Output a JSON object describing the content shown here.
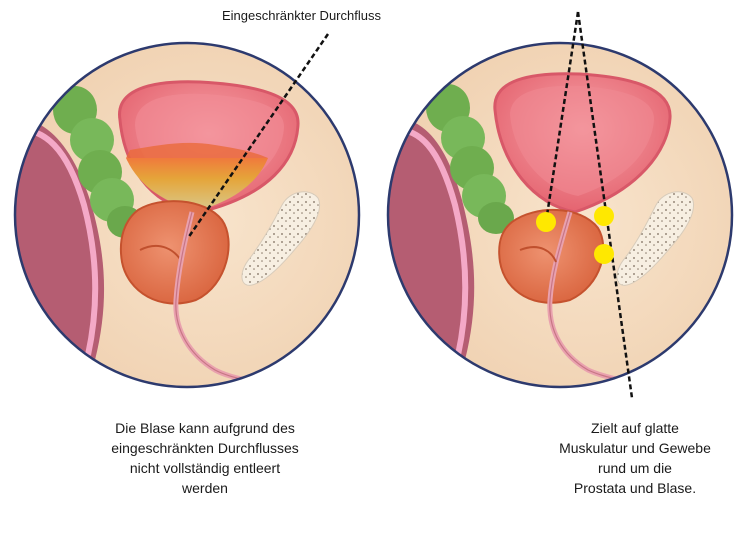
{
  "annotation": {
    "restricted_flow": "Eingeschränkter Durchfluss"
  },
  "left_panel": {
    "caption_lines": [
      "Die Blase kann aufgrund des",
      "eingeschränkten Durchflusses",
      "nicht vollständig entleert",
      "werden"
    ]
  },
  "right_panel": {
    "caption_lines": [
      "Zielt auf glatte",
      "Muskulatur und Gewebe",
      "rund um die",
      "Prostata und Blase."
    ]
  },
  "colors": {
    "background_tissue": "#f5dcc0",
    "outline": "#2d3a6e",
    "bladder": "#e8747e",
    "bladder_inner": "#f4a0a6",
    "urine": "#e0a230",
    "prostate": "#e07a52",
    "rectum_green": "#6fae4f",
    "pubic_bone": "#f5ede0",
    "target_dot": "#ffe800"
  }
}
